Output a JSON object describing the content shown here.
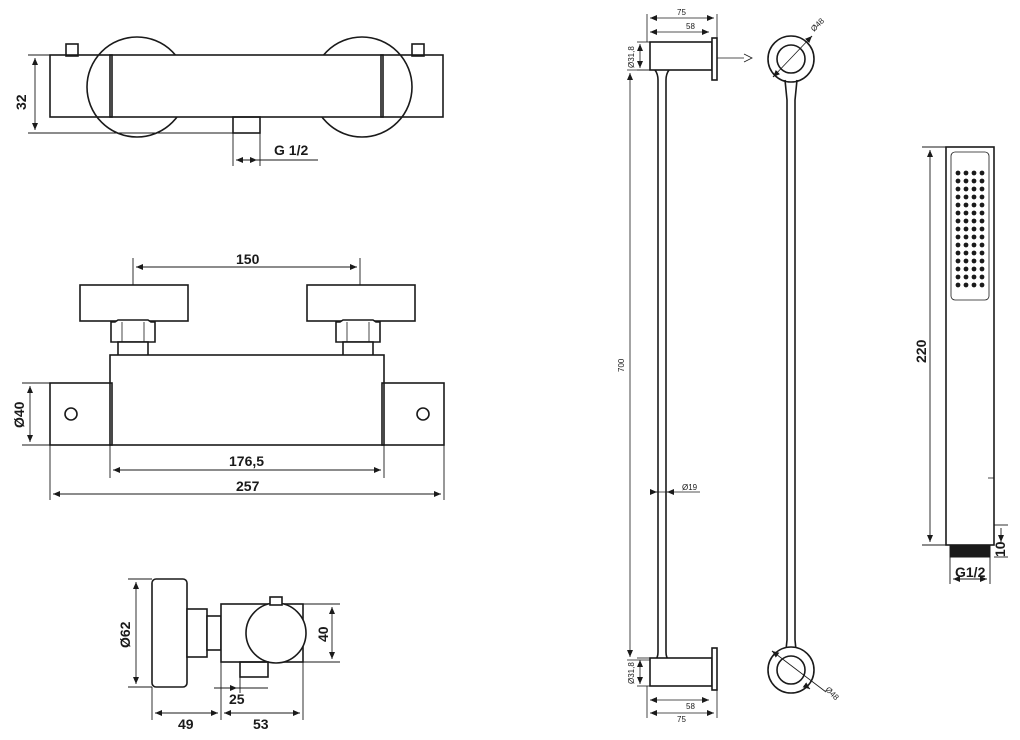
{
  "labels": {
    "top_height": "32",
    "top_thread": "G 1/2",
    "front_spacing": "150",
    "front_diameter": "Ø40",
    "front_body_width": "176,5",
    "front_total_width": "257",
    "side_knob_diameter": "Ø62",
    "side_body_height": "40",
    "side_outlet": "25",
    "side_depth_knob": "49",
    "side_depth_body": "53",
    "rail_top_75": "75",
    "rail_top_58": "58",
    "rail_top_dia": "Ø31,8",
    "rail_length": "700",
    "rail_tube_dia": "Ø19",
    "rail_bottom_dia": "Ø31,8",
    "rail_bottom_58": "58",
    "rail_bottom_75": "75",
    "ring_top_dia": "Ø48",
    "ring_bottom_dia": "Ø48",
    "hand_length": "220",
    "hand_thread_len": "10",
    "hand_thread": "G1/2"
  }
}
